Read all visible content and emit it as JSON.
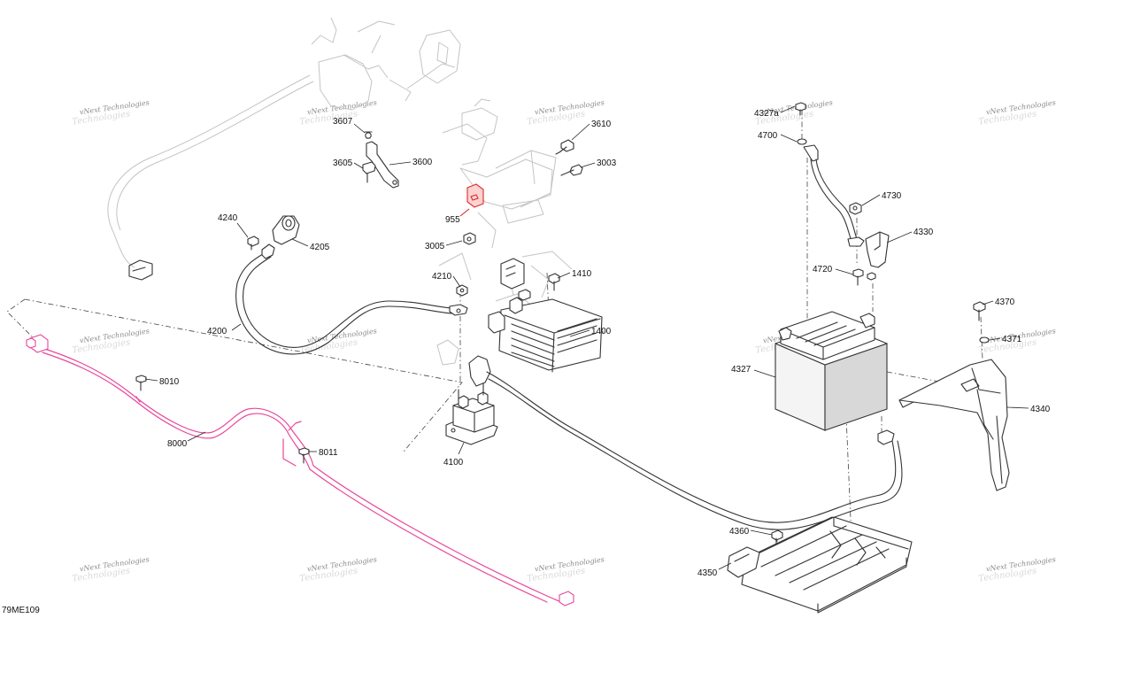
{
  "figure_code": "79ME109",
  "watermark": {
    "line1": "vNext Technologies",
    "line2": "Technologies"
  },
  "colors": {
    "highlight_harness": "#e8479a",
    "highlight_fuse": "#e02828",
    "line": "#333333",
    "ghost": "#c4c4c4"
  },
  "callouts": [
    {
      "id": "3607",
      "text": "3607"
    },
    {
      "id": "3605",
      "text": "3605"
    },
    {
      "id": "3600",
      "text": "3600"
    },
    {
      "id": "3610",
      "text": "3610"
    },
    {
      "id": "3003",
      "text": "3003"
    },
    {
      "id": "955",
      "text": "955"
    },
    {
      "id": "3005",
      "text": "3005"
    },
    {
      "id": "4240",
      "text": "4240"
    },
    {
      "id": "4205",
      "text": "4205"
    },
    {
      "id": "4200",
      "text": "4200"
    },
    {
      "id": "4210",
      "text": "4210"
    },
    {
      "id": "1410",
      "text": "1410"
    },
    {
      "id": "1400",
      "text": "1400"
    },
    {
      "id": "4100",
      "text": "4100"
    },
    {
      "id": "8010",
      "text": "8010"
    },
    {
      "id": "8000",
      "text": "8000"
    },
    {
      "id": "8011",
      "text": "8011"
    },
    {
      "id": "4327a",
      "text": "4327a"
    },
    {
      "id": "4700",
      "text": "4700"
    },
    {
      "id": "4730",
      "text": "4730"
    },
    {
      "id": "4330",
      "text": "4330"
    },
    {
      "id": "4720",
      "text": "4720"
    },
    {
      "id": "4327",
      "text": "4327"
    },
    {
      "id": "4370",
      "text": "4370"
    },
    {
      "id": "4371",
      "text": "4371"
    },
    {
      "id": "4340",
      "text": "4340"
    },
    {
      "id": "4360",
      "text": "4360"
    },
    {
      "id": "4350",
      "text": "4350"
    }
  ]
}
